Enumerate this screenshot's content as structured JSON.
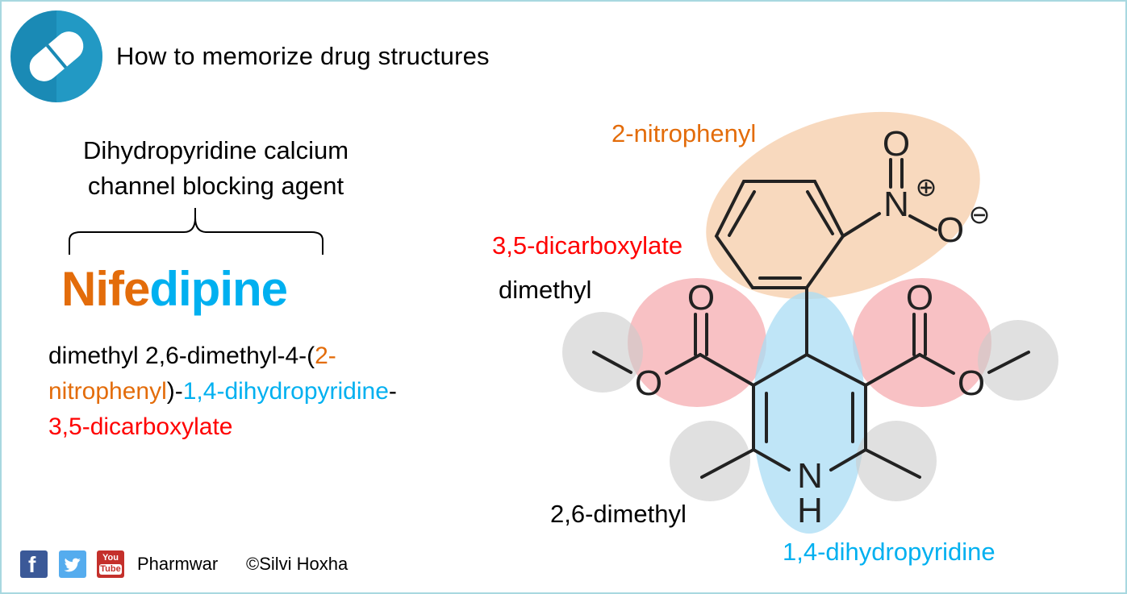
{
  "header": {
    "title": "How to memorize drug structures"
  },
  "drug": {
    "class_line1": "Dihydropyridine calcium",
    "class_line2": "channel blocking agent",
    "name_part1": "Nife",
    "name_part2": "dipine"
  },
  "iupac": {
    "p1": "dimethyl 2,6-dimethyl-4-(",
    "p2": "2-",
    "p3": "nitrophenyl",
    "p4": ")-",
    "p5": "1,4-dihydropyridine",
    "p6": "-",
    "p7": "3,5-dicarboxylate"
  },
  "structure_labels": {
    "nitrophenyl": "2-nitrophenyl",
    "dicarboxylate": "3,5-dicarboxylate",
    "dimethyl": "dimethyl",
    "dimethyl_26": "2,6-dimethyl",
    "dihydropyridine": "1,4-dihydropyridine"
  },
  "atoms": {
    "oxygen": "O",
    "nitrogen": "N",
    "hydrogen": "H",
    "plus": "⊕",
    "minus": "⊖"
  },
  "footer": {
    "brand": "Pharmwar",
    "copyright": "©Silvi Hoxha",
    "youtube_line1": "You",
    "youtube_line2": "Tube",
    "facebook": "f"
  },
  "colors": {
    "orange": "#e36c0a",
    "blue": "#00b0f0",
    "red": "#ff0000",
    "logo_teal": "#1a8ab5"
  },
  "icons": [
    "pill-icon",
    "facebook-icon",
    "twitter-icon",
    "youtube-icon"
  ]
}
